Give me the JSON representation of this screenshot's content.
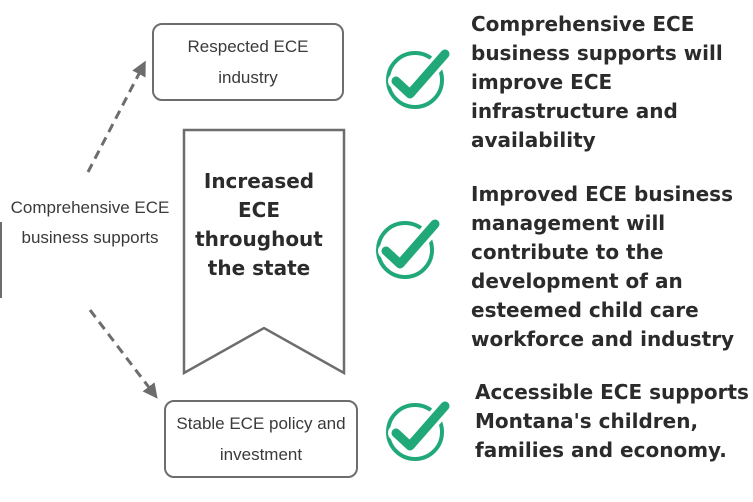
{
  "input": {
    "label": "Comprehensive ECE business supports"
  },
  "top_box": {
    "label": "Respected ECE industry"
  },
  "bottom_box": {
    "label": "Stable ECE policy and investment"
  },
  "center": {
    "label": "Increased ECE throughout the state"
  },
  "outcomes": [
    {
      "text": "Comprehensive ECE business supports will improve ECE infrastructure and availability"
    },
    {
      "text": "Improved ECE business management will contribute to the development of an esteemed child care workforce and industry"
    },
    {
      "text": "Accessible ECE supports Montana's children, families and economy."
    }
  ],
  "colors": {
    "check_green": "#21a878",
    "outline_gray": "#6d6d6d",
    "text_dark": "#2b2b2b"
  },
  "icons": [
    "check-circle-icon",
    "arrow-up-right-icon",
    "arrow-down-right-icon"
  ]
}
